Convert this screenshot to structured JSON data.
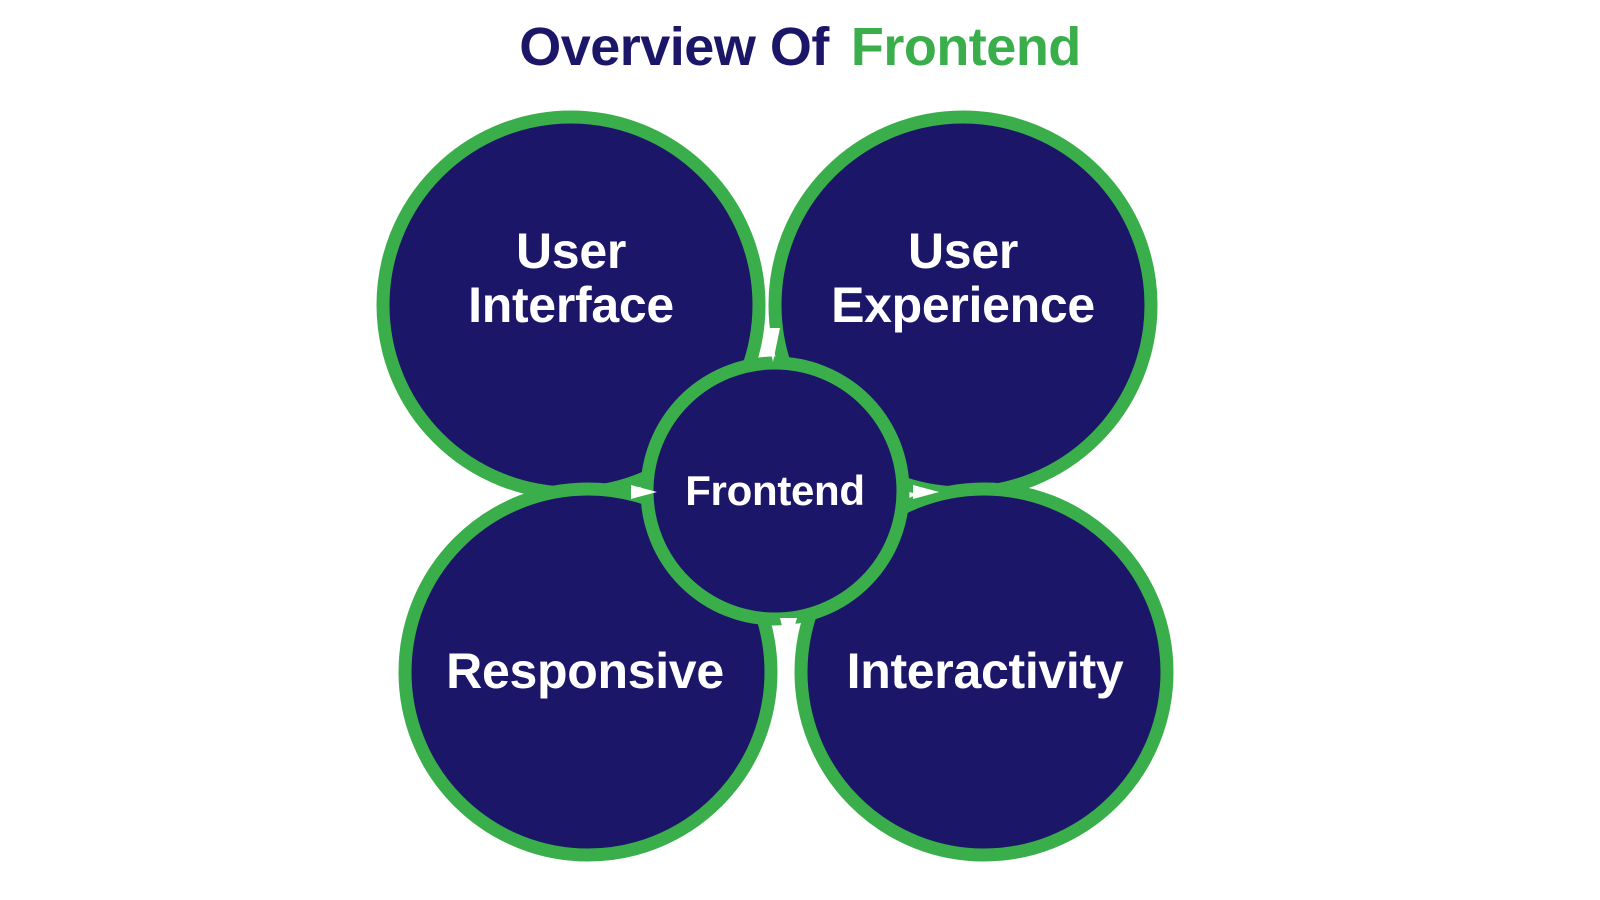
{
  "page": {
    "background_color": "#FFFFFF",
    "navy": "#1C1668",
    "green": "#3AAE4A",
    "label_color": "#FFFFFF"
  },
  "title": {
    "primary": "Overview Of",
    "accent": "Frontend"
  },
  "diagram": {
    "type": "hub-and-spoke-circles",
    "center": {
      "label": "Frontend",
      "position": "center"
    },
    "nodes": [
      {
        "label": "User\nInterface",
        "position": "top-left"
      },
      {
        "label": "User\nExperience",
        "position": "top-right"
      },
      {
        "label": "Responsive",
        "position": "bottom-left"
      },
      {
        "label": "Interactivity",
        "position": "bottom-right"
      }
    ],
    "connectors": [
      {
        "from": "Frontend",
        "to": "User Interface",
        "direction": "left",
        "marker": "triangle"
      },
      {
        "from": "Frontend",
        "to": "User Experience",
        "direction": "right",
        "marker": "triangle"
      },
      {
        "from": "Frontend",
        "to": "Responsive",
        "direction": "down",
        "marker": "triangle"
      },
      {
        "from": "Frontend",
        "to": "Interactivity",
        "direction": "down",
        "marker": "triangle"
      }
    ]
  }
}
